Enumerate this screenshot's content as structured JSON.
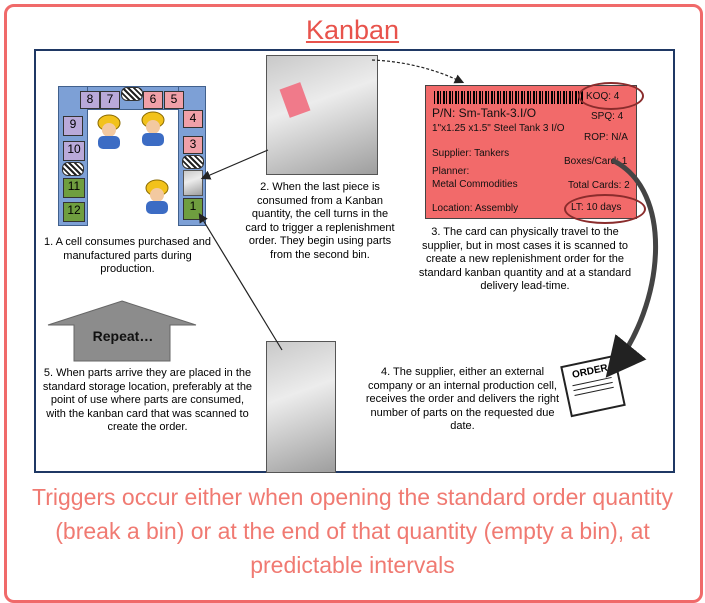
{
  "title": "Kanban",
  "steps": {
    "s1": "1. A cell consumes purchased and manufactured parts during production.",
    "s2": "2. When the last piece is consumed from a Kanban quantity, the cell turns in the card to trigger a replenishment order.  They begin using parts from the second bin.",
    "s3": "3. The card can physically travel to the supplier, but in most cases it is scanned to create a new replenishment order for the standard kanban quantity and at a standard delivery lead-time.",
    "s4": "4. The supplier, either an external company or an internal production cell, receives the order and delivers the right number of parts on the requested due date.",
    "s5": "5. When parts arrive they are placed in the standard storage location, preferably at the point of use where parts are consumed, with the kanban card that was scanned to create the order."
  },
  "repeat_label": "Repeat…",
  "order_label": "ORDER",
  "bins": [
    "8",
    "7",
    "6",
    "5",
    "4",
    "3",
    "9",
    "10",
    "11",
    "12",
    "1"
  ],
  "card": {
    "pn": "P/N: Sm-Tank-3.I/O",
    "desc": "1\"x1.25 x1.5\" Steel Tank 3 I/O",
    "koq": "KOQ: 4",
    "spq": "SPQ: 4",
    "rop": "ROP: N/A",
    "supplier": "Supplier: Tankers",
    "boxes": "Boxes/Card: 1",
    "planner": "Planner:",
    "planner_name": "Metal Commodities",
    "total": "Total Cards: 2",
    "location": "Location: Assembly",
    "lt": "LT: 10 days"
  },
  "caption": "Triggers occur either when opening the standard order quantity (break a bin) or at the end of that quantity (empty a bin), at predictable intervals",
  "colors": {
    "accent": "#e8534c",
    "panel_border": "#1f3864",
    "card": "#f26a6a",
    "shelf": "#7da0d6"
  }
}
